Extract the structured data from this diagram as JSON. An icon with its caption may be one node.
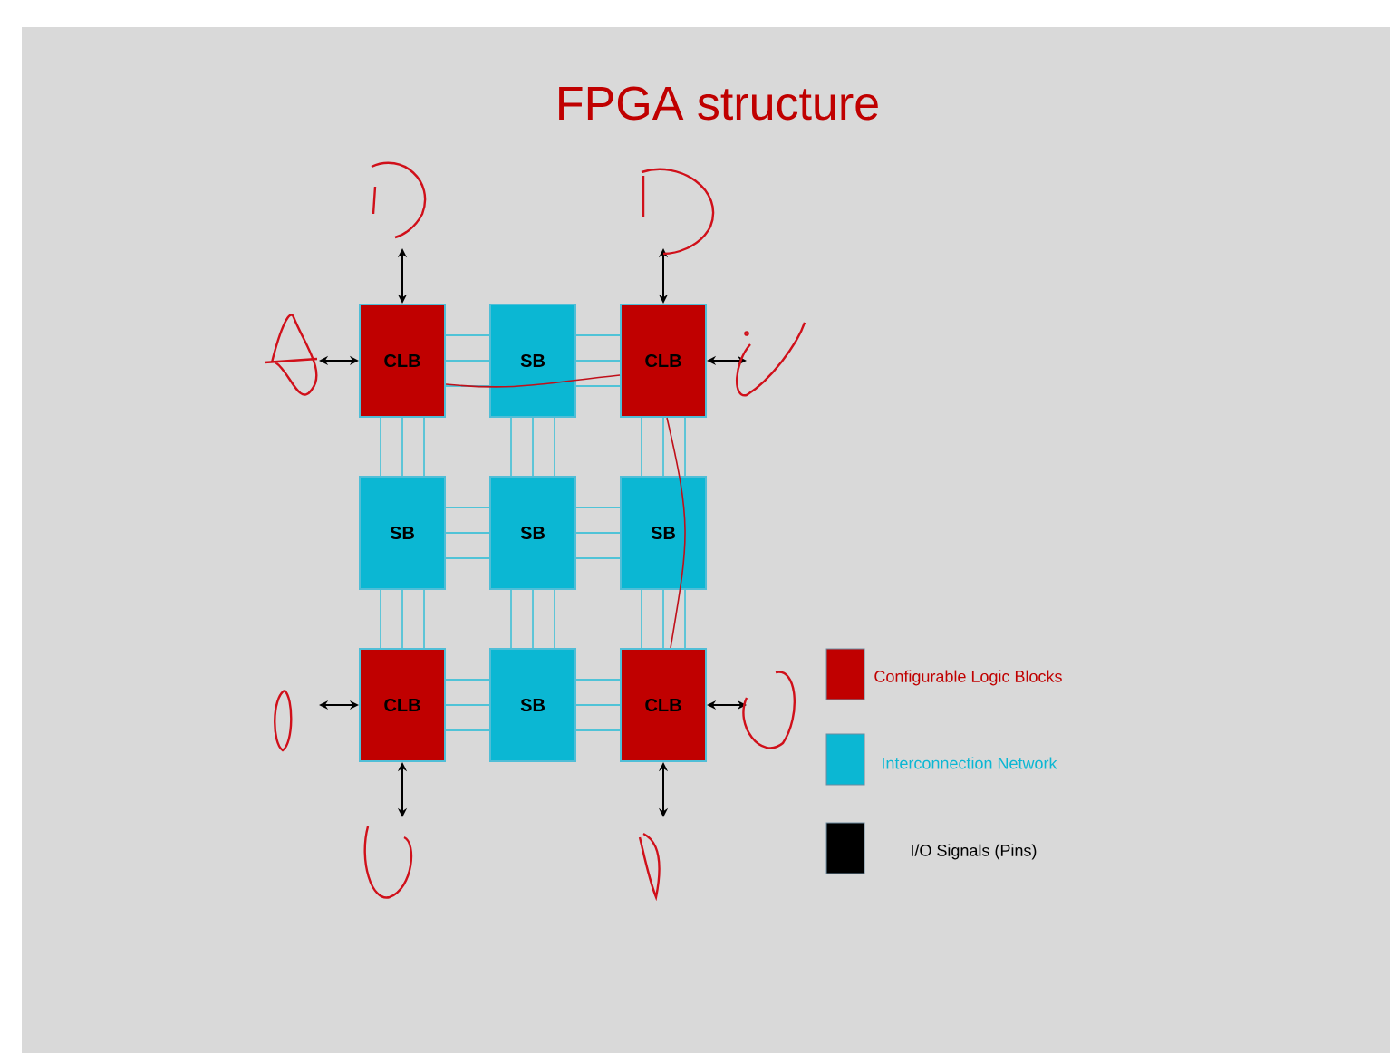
{
  "diagram": {
    "title": "FPGA structure",
    "nodes": [
      {
        "text": [
          "CLB"
        ]
      },
      {
        "text": [
          "SB"
        ]
      },
      {
        "text": [
          "CLB"
        ]
      },
      {
        "text": [
          "SB"
        ]
      },
      {
        "text": [
          "SB"
        ]
      },
      {
        "text": [
          "SB"
        ]
      },
      {
        "text": [
          "CLB"
        ]
      },
      {
        "text": [
          "SB"
        ]
      },
      {
        "text": [
          "CLB"
        ]
      }
    ],
    "edges": [
      {
        "from": 0,
        "to": 1,
        "arrow": "none"
      },
      {
        "from": 1,
        "to": 2,
        "arrow": "none"
      },
      {
        "from": 3,
        "to": 4,
        "arrow": "none"
      },
      {
        "from": 4,
        "to": 5,
        "arrow": "none"
      },
      {
        "from": 6,
        "to": 7,
        "arrow": "none"
      },
      {
        "from": 7,
        "to": 8,
        "arrow": "none"
      },
      {
        "from": 0,
        "to": 3,
        "arrow": "none"
      },
      {
        "from": 1,
        "to": 4,
        "arrow": "none"
      },
      {
        "from": 2,
        "to": 5,
        "arrow": "none"
      },
      {
        "from": 3,
        "to": 6,
        "arrow": "none"
      },
      {
        "from": 4,
        "to": 7,
        "arrow": "none"
      },
      {
        "from": 5,
        "to": 8,
        "arrow": "none"
      },
      {
        "from": null,
        "to": 0,
        "arrow": "both",
        "color": "#000000"
      },
      {
        "from": null,
        "to": 0,
        "arrow": "both",
        "color": "#000000"
      },
      {
        "from": null,
        "to": 2,
        "arrow": "both",
        "color": "#000000"
      },
      {
        "from": null,
        "to": 2,
        "arrow": "both",
        "color": "#000000"
      },
      {
        "from": null,
        "to": 6,
        "arrow": "both",
        "color": "#000000"
      },
      {
        "from": null,
        "to": 6,
        "arrow": "both",
        "color": "#000000"
      },
      {
        "from": null,
        "to": 8,
        "arrow": "both",
        "color": "#000000"
      },
      {
        "from": null,
        "to": 8,
        "arrow": "both",
        "color": "#000000"
      },
      {
        "from": 0,
        "to": 2,
        "arrow": "none",
        "color": "#c0101a"
      },
      {
        "from": 2,
        "to": 8,
        "arrow": "none",
        "color": "#c0101a"
      }
    ],
    "legend": [
      {
        "text": "Configurable Logic Blocks",
        "color": "#c00000"
      },
      {
        "text": "Interconnection Network",
        "color": "#0bb7d3"
      },
      {
        "text": "I/O Signals (Pins)",
        "color": "#000000"
      }
    ]
  }
}
